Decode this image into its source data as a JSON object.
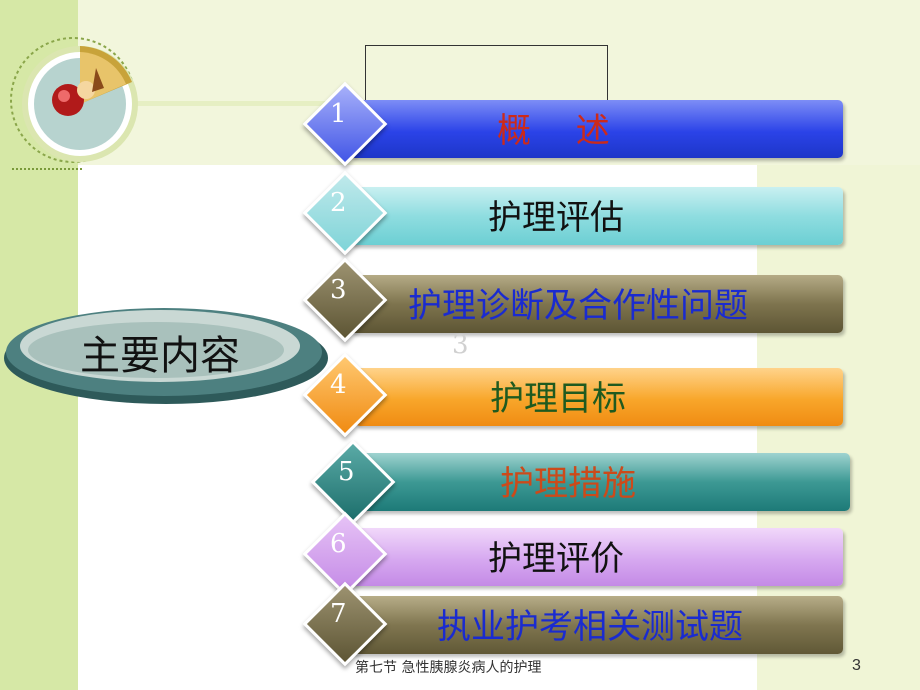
{
  "main_title": "主要内容",
  "items": [
    {
      "number": "1",
      "label": "概　 述",
      "label_color": "#cc2a1a"
    },
    {
      "number": "2",
      "label": "护理评估",
      "label_color": "#111111"
    },
    {
      "number": "3",
      "label": "护理诊断及合作性问题",
      "label_color": "#1a2bd0"
    },
    {
      "number": "4",
      "label": "护理目标",
      "label_color": "#1f5a1f"
    },
    {
      "number": "5",
      "label": "护理措施",
      "label_color": "#cc4a1a"
    },
    {
      "number": "6",
      "label": "护理评价",
      "label_color": "#111111"
    },
    {
      "number": "7",
      "label": "执业护考相关测试题",
      "label_color": "#1a2bd0"
    }
  ],
  "ghost_text": "3",
  "footer": "第七节 急性胰腺炎病人的护理",
  "page_number": "3",
  "colors": {
    "left_band": "#d6e8a6",
    "top_band": "#f2f6dc",
    "oval_outer": "#3f6f6f",
    "oval_inner": "#9fb8b4"
  },
  "icons": {
    "logo": "circular-medical-emblem-icon"
  }
}
